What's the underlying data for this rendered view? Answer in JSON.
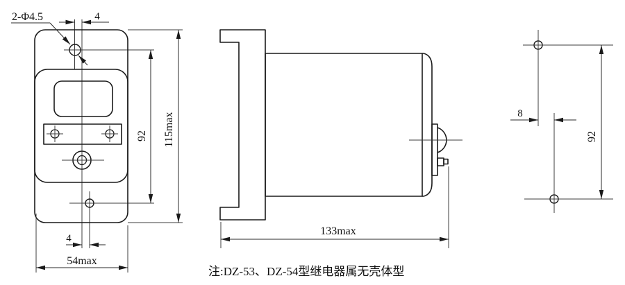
{
  "figure": {
    "type": "engineering-outline-drawing",
    "front_view": {
      "hole_callout": "2-Φ4.5",
      "dim_hole_offset_top": "4",
      "dim_hole_spacing": "92",
      "dim_height": "115max",
      "dim_hole_offset_bottom": "4",
      "dim_width": "54max"
    },
    "side_view": {
      "dim_length": "133max"
    },
    "rear_view": {
      "dim_hole_offset": "8",
      "dim_hole_spacing": "92"
    },
    "note": "注:DZ-53、DZ-54型继电器属无壳体型"
  },
  "colors": {
    "background": "#ffffff",
    "outline": "#1a1a1a",
    "dimension": "#2a2a2a",
    "text": "#111111"
  }
}
